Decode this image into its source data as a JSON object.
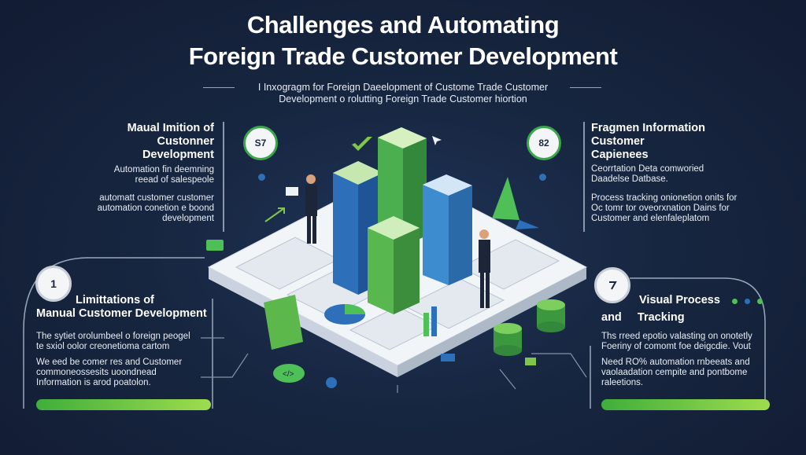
{
  "title": {
    "line1": "Challenges and Automating",
    "line2": "Foreign Trade Customer Development"
  },
  "subtitle": {
    "line1": "I Inxogragm for Foreign Daeelopment of Custome Trade Customer",
    "line2": "Development o rolutting Foreign Trade Customer hiortion"
  },
  "top_left": {
    "badge": "S7",
    "heading": [
      "Maual Imition of",
      "Custonner",
      "Development"
    ],
    "text1": [
      "Automation fin deemning",
      "reead of salespeole"
    ],
    "text2": [
      "automatt customer customer",
      "automation conetion e boond",
      "development"
    ]
  },
  "top_right": {
    "badge": "82",
    "heading": [
      "Fragmen Information",
      "Customer",
      "Capienees"
    ],
    "text1": [
      "Ceorrtation Deta comworied",
      "Daadelse Datbase."
    ],
    "text2": [
      "Process tracking onionetion onits for",
      "Oc tomr tor oveorxnation Dains for",
      "Customer and elenfaleplatom"
    ]
  },
  "bottom_left": {
    "badge": "1",
    "heading": [
      "Limittations of",
      "Manual Customer Development"
    ],
    "text1": [
      "The sytiet orolumbeel o foreign peogel",
      "te sxiol oolor creonetioma cartom"
    ],
    "text2": [
      "We eed be comer res and Customer",
      "commoneossesits uoondnead",
      "Information is arod poatolon."
    ]
  },
  "bottom_right": {
    "heading": [
      "Visual Process",
      "and     Tracking"
    ],
    "text1": [
      "Ths rreed epotio valasting on onotetly",
      "Foeriny of comomt foe deigcdie. Vout"
    ],
    "text2": [
      "Need RO% automation rnbeeats and",
      "vaolaadation cempite and pontbome",
      "raleetions."
    ]
  },
  "colors": {
    "background": "#16223c",
    "accent_green": "#7fc64a",
    "bar_blue": "#2d6fb8",
    "bar_green": "#4bae4f",
    "platform": "#f2f5f8"
  }
}
